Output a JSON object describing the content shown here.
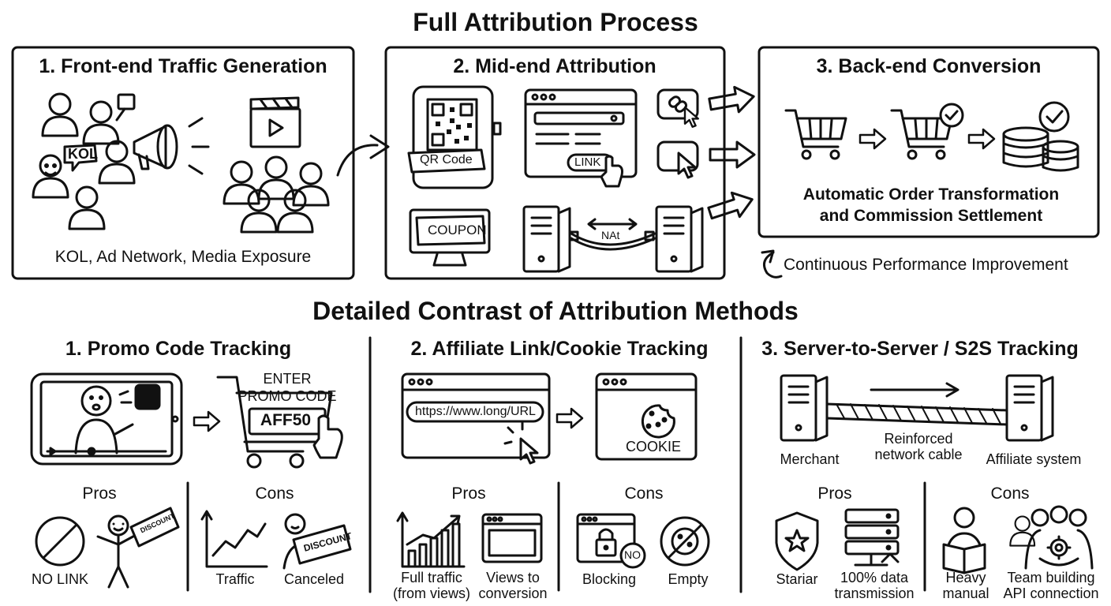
{
  "main_title": "Full Attribution Process",
  "stages": {
    "front": {
      "title": "1. Front-end Traffic Generation",
      "kol_tag": "KOL",
      "caption": "KOL, Ad Network, Media Exposure"
    },
    "mid": {
      "title": "2. Mid-end Attribution",
      "qr_label": "QR Code",
      "link_label": "LINK",
      "coupon_label": "COUPON",
      "cable_label": "NAt"
    },
    "back": {
      "title": "3. Back-end Conversion",
      "caption_line1": "Automatic Order Transformation",
      "caption_line2": "and Commission Settlement"
    }
  },
  "loop_text": "Continuous Performance Improvement",
  "contrast_title": "Detailed Contrast of Attribution Methods",
  "methods": {
    "promo": {
      "title": "1. Promo Code Tracking",
      "enter_line1": "ENTER",
      "enter_line2": "PROMO CODE",
      "code": "AFF50",
      "pros_label": "Pros",
      "cons_label": "Cons",
      "badge": "DISCOUNT",
      "ticket": "DISCOUNT",
      "items": [
        "NO LINK",
        "Traffic",
        "Canceled"
      ]
    },
    "affiliate": {
      "title": "2. Affiliate Link/Cookie Tracking",
      "url": "https://www.long/URL",
      "cookie": "COOKIE",
      "pros_label": "Pros",
      "cons_label": "Cons",
      "no_badge": "NO",
      "item1_line1": "Full traffic",
      "item1_line2": "(from views)",
      "item2_line1": "Views to",
      "item2_line2": "conversion",
      "item3": "Blocking",
      "item4": "Empty"
    },
    "s2s": {
      "title": "3. Server-to-Server / S2S Tracking",
      "merchant": "Merchant",
      "cable_line1": "Reinforced",
      "cable_line2": "network cable",
      "affiliate_system": "Affiliate system",
      "pros_label": "Pros",
      "cons_label": "Cons",
      "item1": "Stariar",
      "item2_line1": "100% data",
      "item2_line2": "transmission",
      "item3_line1": "Heavy",
      "item3_line2": "manual",
      "item4_line1": "Team building",
      "item4_line2": "API connection"
    }
  }
}
